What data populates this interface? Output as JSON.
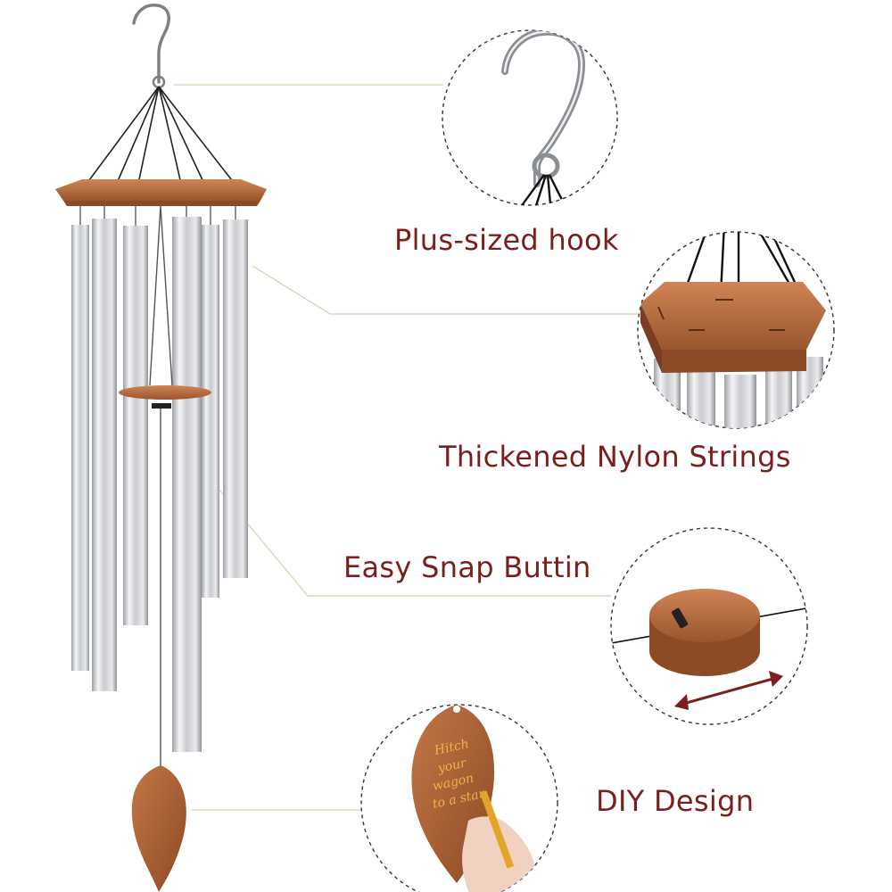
{
  "colors": {
    "label_text": "#7a1f1b",
    "wood": "#b8693d",
    "wood_dark": "#8c4a27",
    "silver": "#c9cbcf",
    "leader_line": "#d8cfb0",
    "circle_border": "#333333",
    "arrow": "#7a1f1b"
  },
  "features": [
    {
      "id": "hook",
      "label": "Plus-sized hook"
    },
    {
      "id": "strings",
      "label": "Thickened Nylon Strings"
    },
    {
      "id": "button",
      "label": "Easy Snap Buttin"
    },
    {
      "id": "diy",
      "label": "DIY Design"
    }
  ],
  "leaf_engraving": [
    "Hitch",
    "your",
    "wagon",
    "to a star"
  ],
  "icons": [
    "hook-icon",
    "wind-chime",
    "hexagon-top",
    "snap-button",
    "double-arrow-icon",
    "leaf-sail",
    "pencil-icon",
    "hand-icon"
  ]
}
